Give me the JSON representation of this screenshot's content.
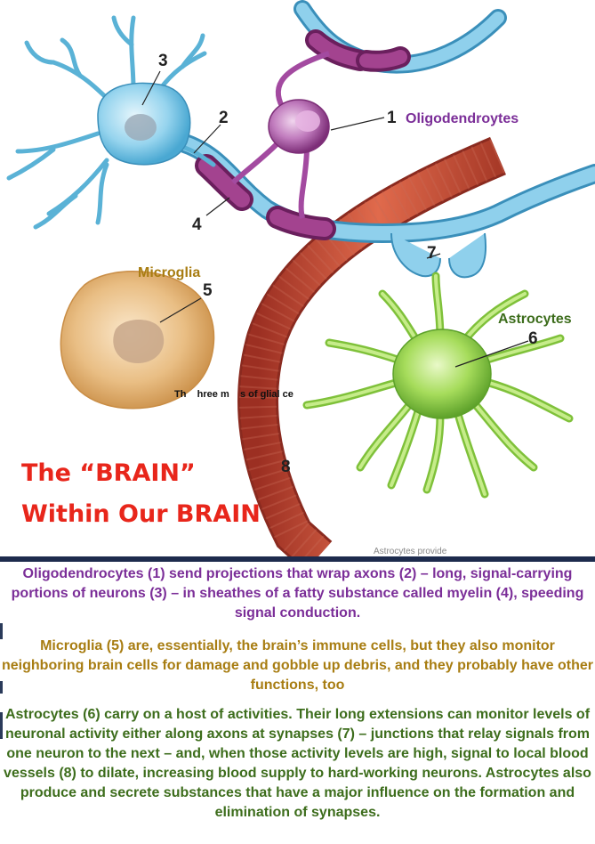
{
  "labels": {
    "n1": "1",
    "n2": "2",
    "n3": "3",
    "n4": "4",
    "n5": "5",
    "n6": "6",
    "n7": "7",
    "n8": "8",
    "oligodendrocytes": "Oligodendroytes",
    "microglia": "Microglia",
    "astrocytes": "Astrocytes"
  },
  "overlay_text": "Th    hree m    s of glial ce",
  "cut_caption": "Astrocytes provide",
  "title": {
    "line1": "The “BRAIN”",
    "line2": "Within Our BRAIN"
  },
  "descriptions": {
    "oligodendrocytes": "Oligodendrocytes (1) send projections that wrap axons (2) – long, signal-carrying portions of neurons (3) – in sheathes of a fatty substance called myelin (4), speeding signal conduction.",
    "microglia": "Microglia (5) are, essentially, the brain’s immune cells, but they also monitor neighboring brain cells for damage and gobble up debris, and they probably have other functions, too",
    "astrocytes": "Astrocytes (6) carry on a host of activities. Their long extensions can monitor levels of neuronal activity either along axons at synapses (7) – junctions that relay signals from one neuron to the next – and, when those activity levels are high, signal to local blood vessels (8) to dilate, increasing blood supply to hard-working neurons. Astrocytes also produce and secrete substances that have a major influence on the formation and elimination of synapses."
  },
  "colors": {
    "neuron": "#7cc7e6",
    "myelin": "#8e2f7c",
    "oligodendrocyte": "#a34aa0",
    "microglia": "#e3b274",
    "astrocyte": "#9ed552",
    "blood_vessel": "#c84a37",
    "title": "#e8261b"
  }
}
